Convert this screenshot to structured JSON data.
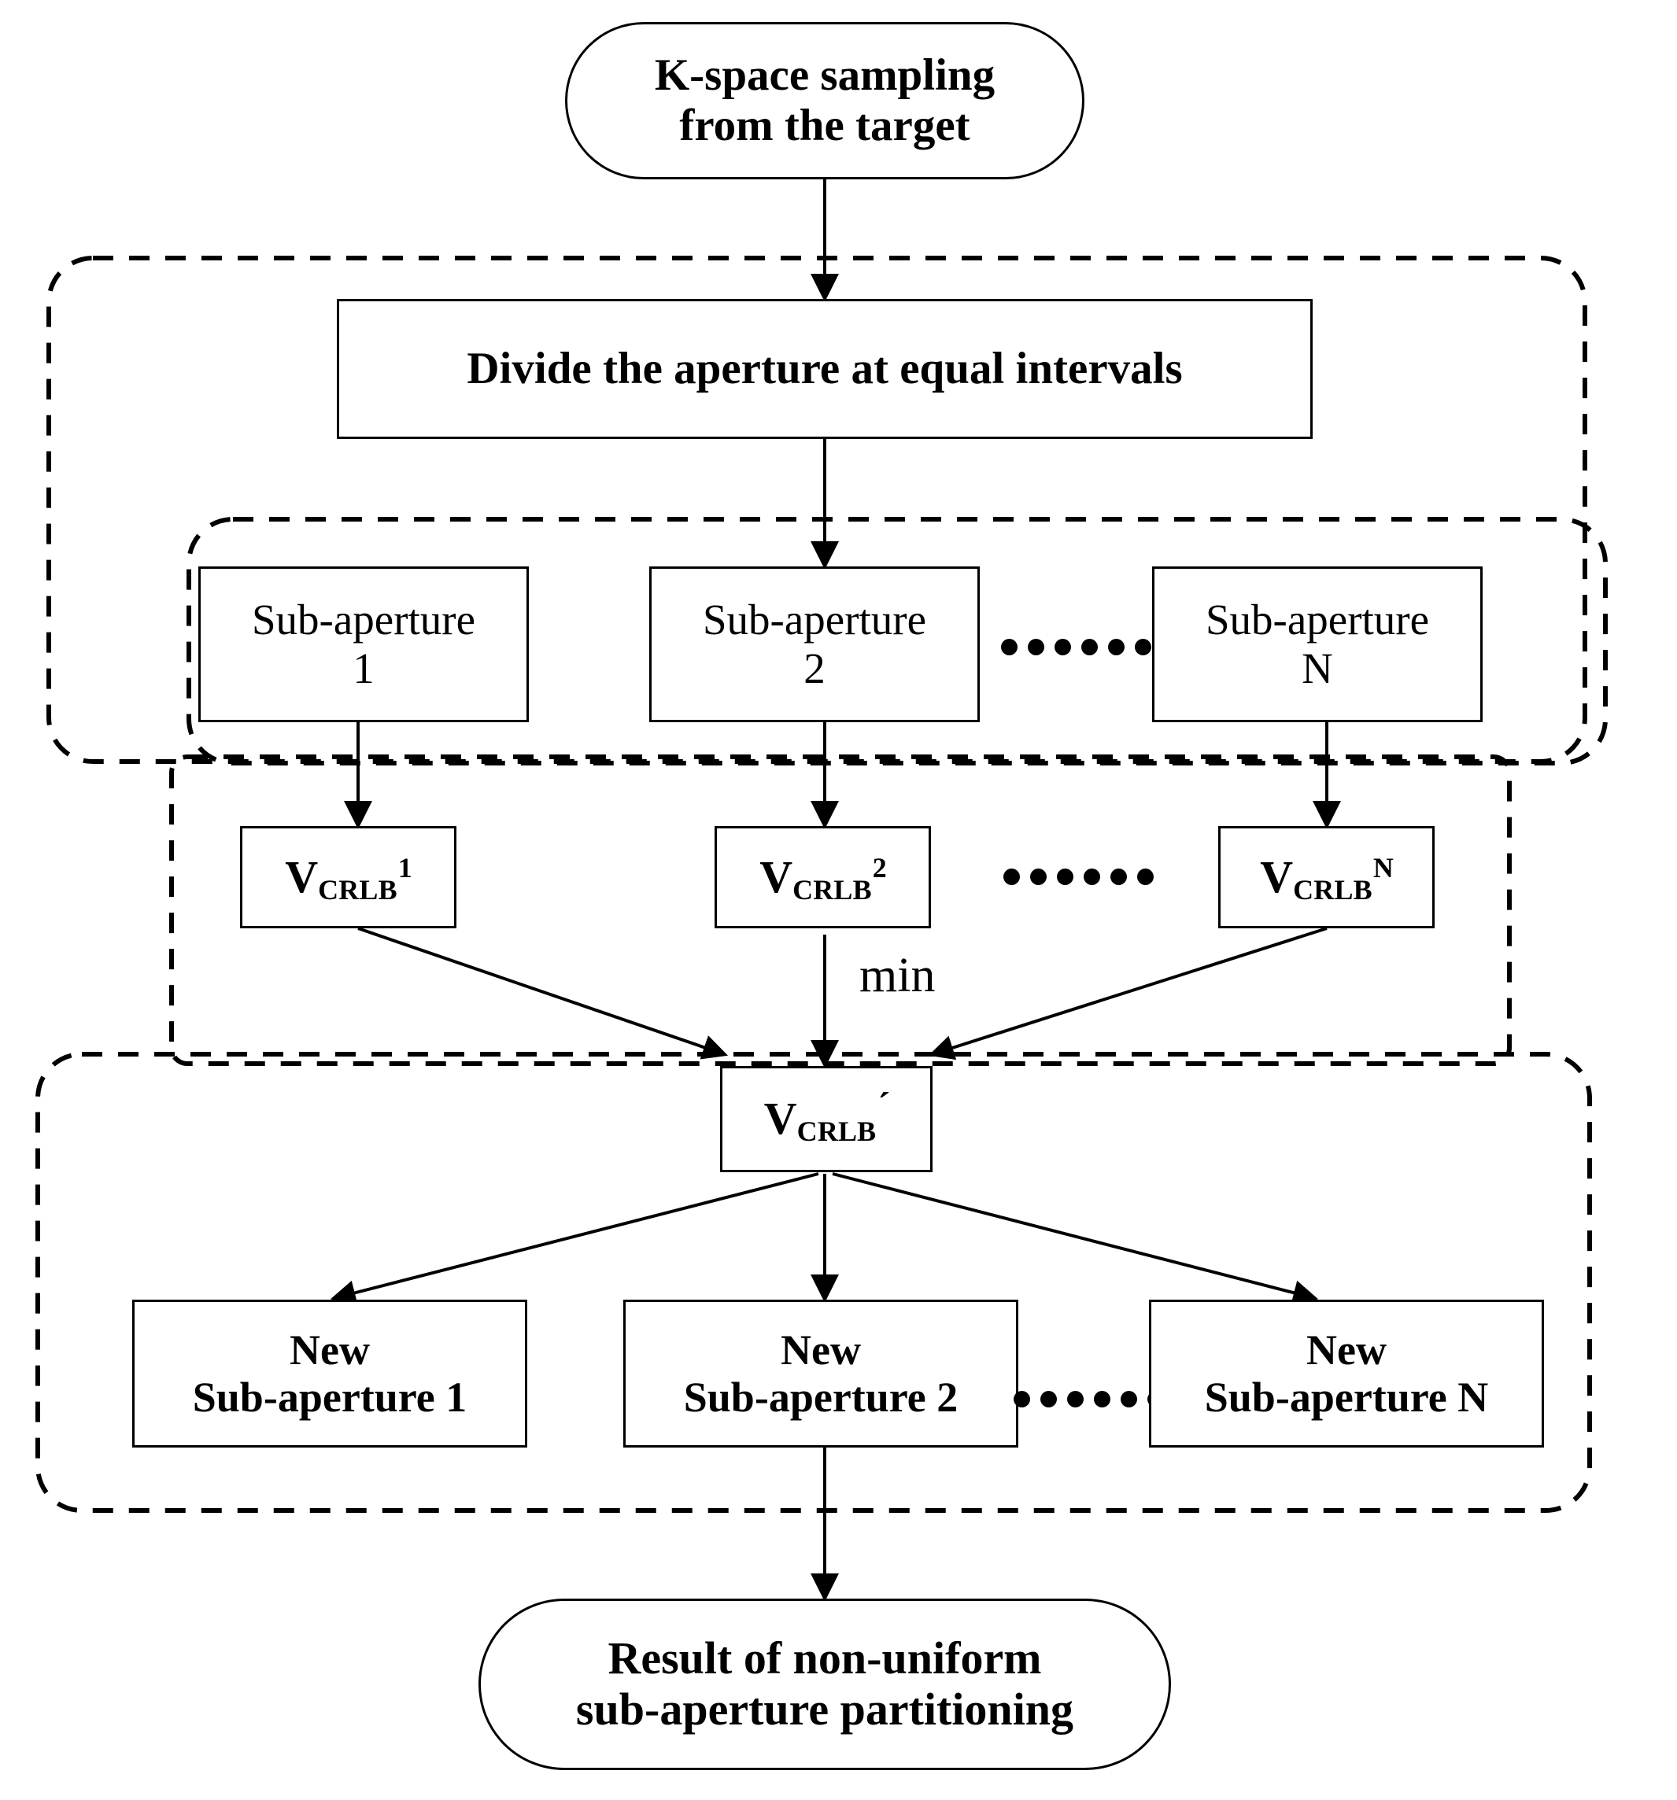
{
  "diagram": {
    "title": "Non-uniform sub-aperture partitioning flowchart",
    "colors": {
      "stroke": "#000000",
      "fill": "#ffffff",
      "text": "#000000"
    },
    "start_node": {
      "label": "K-space sampling\nfrom the target",
      "shape": "stadium"
    },
    "divide_node": {
      "label": "Divide the aperture at equal intervals",
      "shape": "rectangle"
    },
    "sub_apertures": [
      {
        "label": "Sub-aperture\n1"
      },
      {
        "label": "Sub-aperture\n2"
      },
      {
        "label": "Sub-aperture\nN"
      }
    ],
    "sub_aperture_ellipsis": "●●●●●●",
    "crlb_nodes": [
      {
        "base": "V",
        "sub": "CRLB",
        "sup": "1"
      },
      {
        "base": "V",
        "sub": "CRLB",
        "sup": "2"
      },
      {
        "base": "V",
        "sub": "CRLB",
        "sup": "N"
      }
    ],
    "crlb_ellipsis": "●●●●●●",
    "min_label": "min",
    "crlb_min_node": {
      "base": "V",
      "sub": "CRLB",
      "prime": "´"
    },
    "new_sub_apertures": [
      {
        "label": "New\nSub-aperture 1"
      },
      {
        "label": "New\nSub-aperture 2"
      },
      {
        "label": "New\nSub-aperture N"
      }
    ],
    "new_sub_aperture_ellipsis": "●●●●●●",
    "end_node": {
      "label": "Result of non-uniform\nsub-aperture partitioning",
      "shape": "stadium"
    },
    "groups": [
      {
        "name": "outer-dashed-group"
      },
      {
        "name": "sub-aperture-dashed-group"
      },
      {
        "name": "new-sub-aperture-dashed-group"
      }
    ]
  }
}
